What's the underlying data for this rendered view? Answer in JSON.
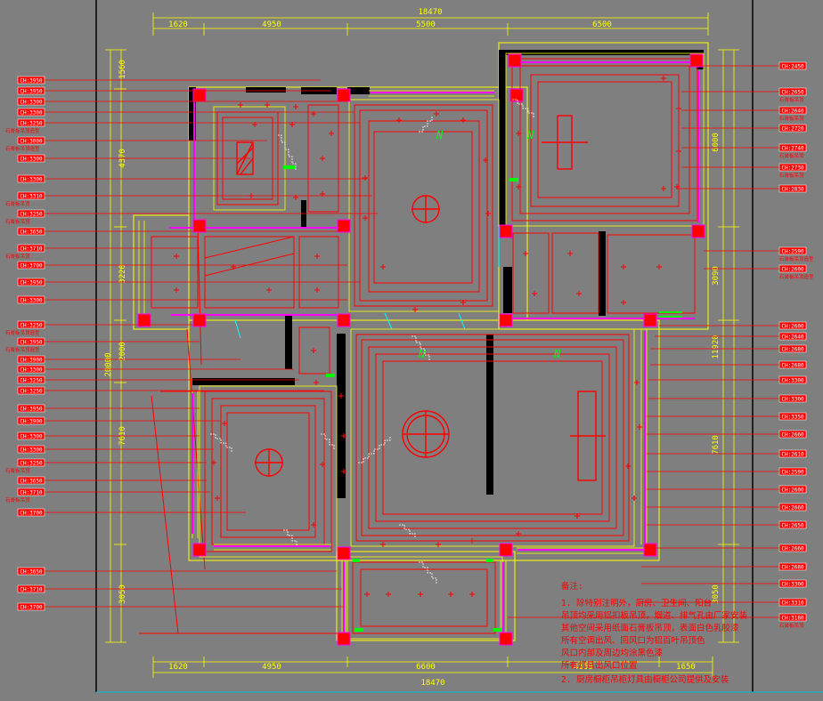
{
  "colors": {
    "background": "#7f7f7f",
    "frame": "#000000",
    "dimension": "#ffff00",
    "wall": "#000000",
    "ceiling_line": "#ff0000",
    "trim": "#ffff00",
    "accent_cyan": "#00ffff",
    "accent_green": "#00ff00",
    "accent_magenta": "#ff00ff",
    "tag_fill": "#ff0000",
    "tag_text": "#ffffff"
  },
  "dimensions": {
    "top_total": "18470",
    "top_segments": [
      "1620",
      "4950",
      "5500",
      "6500"
    ],
    "bottom_total": "18470",
    "bottom_segments": [
      "1620",
      "4950",
      "6600",
      "4150",
      "1650"
    ],
    "left_segments": [
      "1560",
      "4370",
      "3220",
      "2000",
      "7610",
      "3050"
    ],
    "right_segments": [
      "6000",
      "3090",
      "11920",
      "7610",
      "3050"
    ],
    "left_total": "20000"
  },
  "left_tags": [
    {
      "label": "CH:3950",
      "note": ""
    },
    {
      "label": "CH:3950",
      "note": ""
    },
    {
      "label": "CH:3300",
      "note": ""
    },
    {
      "label": "CH:3300",
      "note": ""
    },
    {
      "label": "CH:3250",
      "note": "石膏板吊顶造型"
    },
    {
      "label": "CH:3000",
      "note": "石膏板吊顶造型"
    },
    {
      "label": "CH:3300",
      "note": ""
    },
    {
      "label": "CH:3300",
      "note": ""
    },
    {
      "label": "CH:3310",
      "note": "石膏板吊顶"
    },
    {
      "label": "CH:3250",
      "note": "石膏板吊顶"
    },
    {
      "label": "CH:3650",
      "note": ""
    },
    {
      "label": "CH:3710",
      "note": "石膏板吊顶"
    },
    {
      "label": "CH:3700",
      "note": ""
    },
    {
      "label": "CH:3950",
      "note": ""
    },
    {
      "label": "CH:3300",
      "note": ""
    },
    {
      "label": "CH:3250",
      "note": "石膏板吊顶造型"
    },
    {
      "label": "CH:3950",
      "note": "石膏板吊顶造型"
    },
    {
      "label": "CH:3900",
      "note": ""
    },
    {
      "label": "CH:3300",
      "note": ""
    },
    {
      "label": "CH:3250",
      "note": ""
    },
    {
      "label": "CH:3250",
      "note": ""
    },
    {
      "label": "CH:3950",
      "note": ""
    },
    {
      "label": "CH:3900",
      "note": ""
    },
    {
      "label": "CH:3300",
      "note": ""
    },
    {
      "label": "CH:3300",
      "note": ""
    },
    {
      "label": "CH:3250",
      "note": "石膏板吊顶"
    },
    {
      "label": "CH:3650",
      "note": ""
    },
    {
      "label": "CH:3710",
      "note": "石膏板吊顶"
    },
    {
      "label": "CH:3700",
      "note": ""
    },
    {
      "label": "CH:3650",
      "note": ""
    },
    {
      "label": "CH:3710",
      "note": ""
    },
    {
      "label": "CH:3700",
      "note": ""
    }
  ],
  "right_tags": [
    {
      "label": "CH:2450",
      "note": ""
    },
    {
      "label": "CH:2650",
      "note": "石膏板吊顶"
    },
    {
      "label": "CH:2640",
      "note": "石膏板吊顶"
    },
    {
      "label": "CH:2720",
      "note": ""
    },
    {
      "label": "CH:2740",
      "note": "石膏板吊顶"
    },
    {
      "label": "CH:2730",
      "note": "石膏板吊顶"
    },
    {
      "label": "CH:2830",
      "note": ""
    },
    {
      "label": "CH:2590",
      "note": "石膏板吊顶造型"
    },
    {
      "label": "CH:2600",
      "note": "石膏板吊顶造型"
    },
    {
      "label": "CH:2600",
      "note": ""
    },
    {
      "label": "CH:2640",
      "note": ""
    },
    {
      "label": "CH:2680",
      "note": ""
    },
    {
      "label": "CH:2680",
      "note": ""
    },
    {
      "label": "CH:3300",
      "note": ""
    },
    {
      "label": "CH:3300",
      "note": ""
    },
    {
      "label": "CH:3350",
      "note": ""
    },
    {
      "label": "CH:2660",
      "note": ""
    },
    {
      "label": "CH:2610",
      "note": ""
    },
    {
      "label": "CH:2590",
      "note": ""
    },
    {
      "label": "CH:2600",
      "note": ""
    },
    {
      "label": "CH:2660",
      "note": ""
    },
    {
      "label": "CH:2650",
      "note": ""
    },
    {
      "label": "CH:2660",
      "note": ""
    },
    {
      "label": "CH:2680",
      "note": ""
    },
    {
      "label": "CH:3300",
      "note": ""
    },
    {
      "label": "CH:3310",
      "note": ""
    },
    {
      "label": "CH:3180",
      "note": "石膏板吊顶"
    }
  ],
  "notes": {
    "heading": "备注:",
    "lines": [
      "1. 除特别注明外，厨房、卫生间、阳台",
      "   吊顶均采用铝扣板吊顶，烟道、排气孔由厂家安装",
      "   其他空间采用纸面石膏板吊顶，表面白色乳胶漆",
      "   所有空调出风、回风口为铝百叶吊顶色",
      "   风口内部及周边均涂黑色漆",
      "   所有灯具出风口位置",
      "2. 厨房橱柜吊柜灯具由橱柜公司提供及安装"
    ]
  }
}
